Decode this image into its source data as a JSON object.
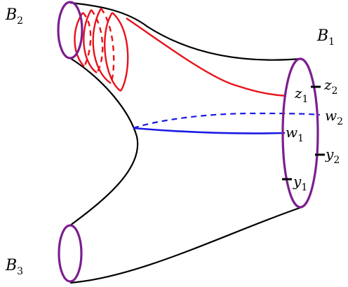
{
  "labels": {
    "b1": {
      "main": "B",
      "sub": "1"
    },
    "b2": {
      "main": "B",
      "sub": "2"
    },
    "b3": {
      "main": "B",
      "sub": "3"
    },
    "z1": {
      "main": "z",
      "sub": "1"
    },
    "z2": {
      "main": "z",
      "sub": "2"
    },
    "w1": {
      "main": "w",
      "sub": "1"
    },
    "w2": {
      "main": "w",
      "sub": "2"
    },
    "y1": {
      "main": "y",
      "sub": "1"
    },
    "y2": {
      "main": "y",
      "sub": "2"
    }
  },
  "colors": {
    "boundary": "#7b1f8e",
    "surface": "#000000",
    "red_curves": "#e8121a",
    "blue_curves": "#1a1ae6"
  }
}
